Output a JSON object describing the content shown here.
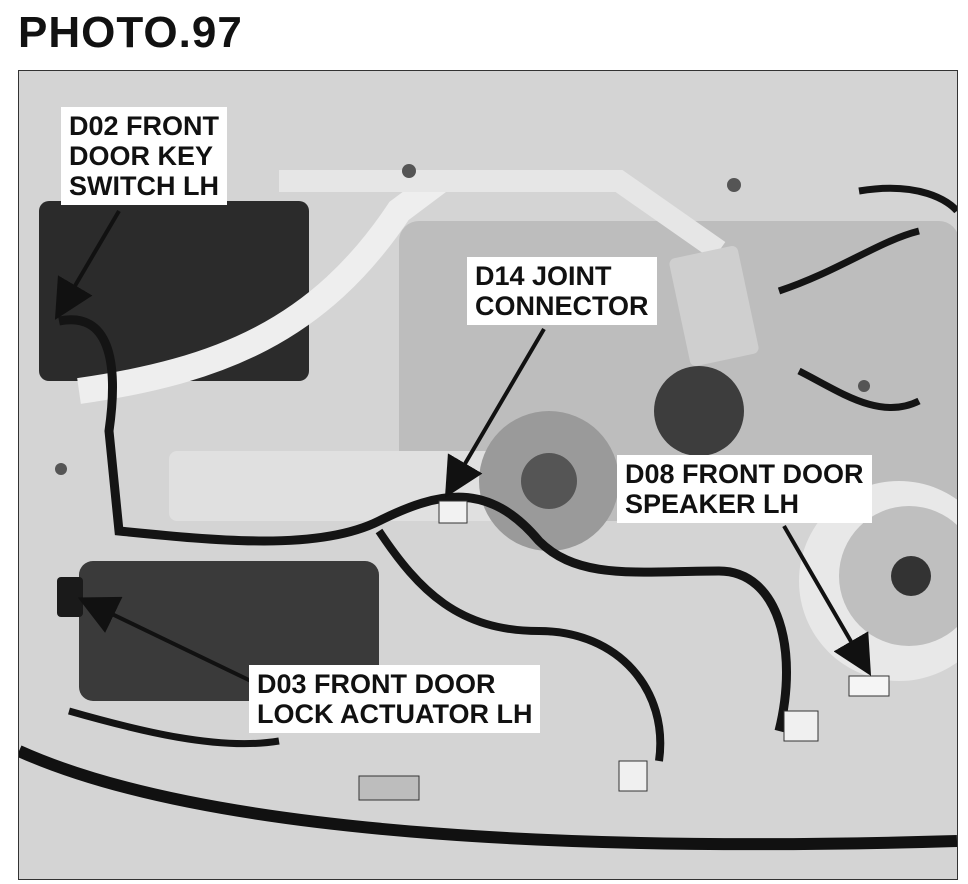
{
  "title": "PHOTO.97",
  "callouts": {
    "d02": "D02 FRONT\nDOOR KEY\nSWITCH LH",
    "d14": "D14 JOINT\nCONNECTOR",
    "d08": "D08 FRONT DOOR\nSPEAKER LH",
    "d03": "D03 FRONT DOOR\nLOCK ACTUATOR LH"
  }
}
